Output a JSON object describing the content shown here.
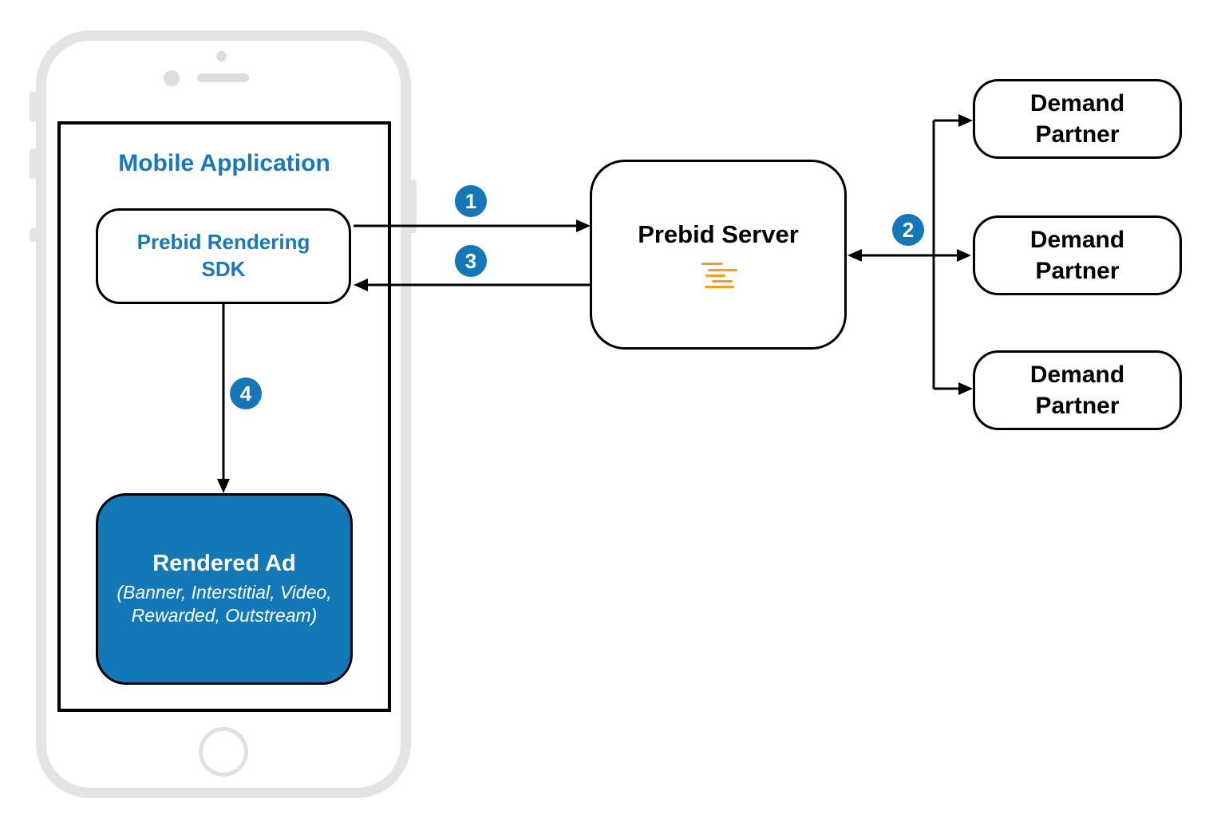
{
  "diagram": {
    "mobile_application": {
      "title": "Mobile Application"
    },
    "sdk": {
      "label": "Prebid Rendering\nSDK"
    },
    "rendered_ad": {
      "title": "Rendered Ad",
      "subtitle": "(Banner, Interstitial, Video,\nRewarded, Outstream)"
    },
    "server": {
      "label": "Prebid Server",
      "logo": "prebid-logo"
    },
    "demand_partners": [
      {
        "label": "Demand\nPartner"
      },
      {
        "label": "Demand\nPartner"
      },
      {
        "label": "Demand\nPartner"
      }
    ],
    "steps": {
      "s1": "1",
      "s2": "2",
      "s3": "3",
      "s4": "4"
    },
    "colors": {
      "accent_blue": "#1478b8",
      "text_blue": "#1779ba",
      "logo_orange": "#ff9d14",
      "outline_black": "#000000",
      "phone_gray": "#e3e4e6"
    }
  }
}
